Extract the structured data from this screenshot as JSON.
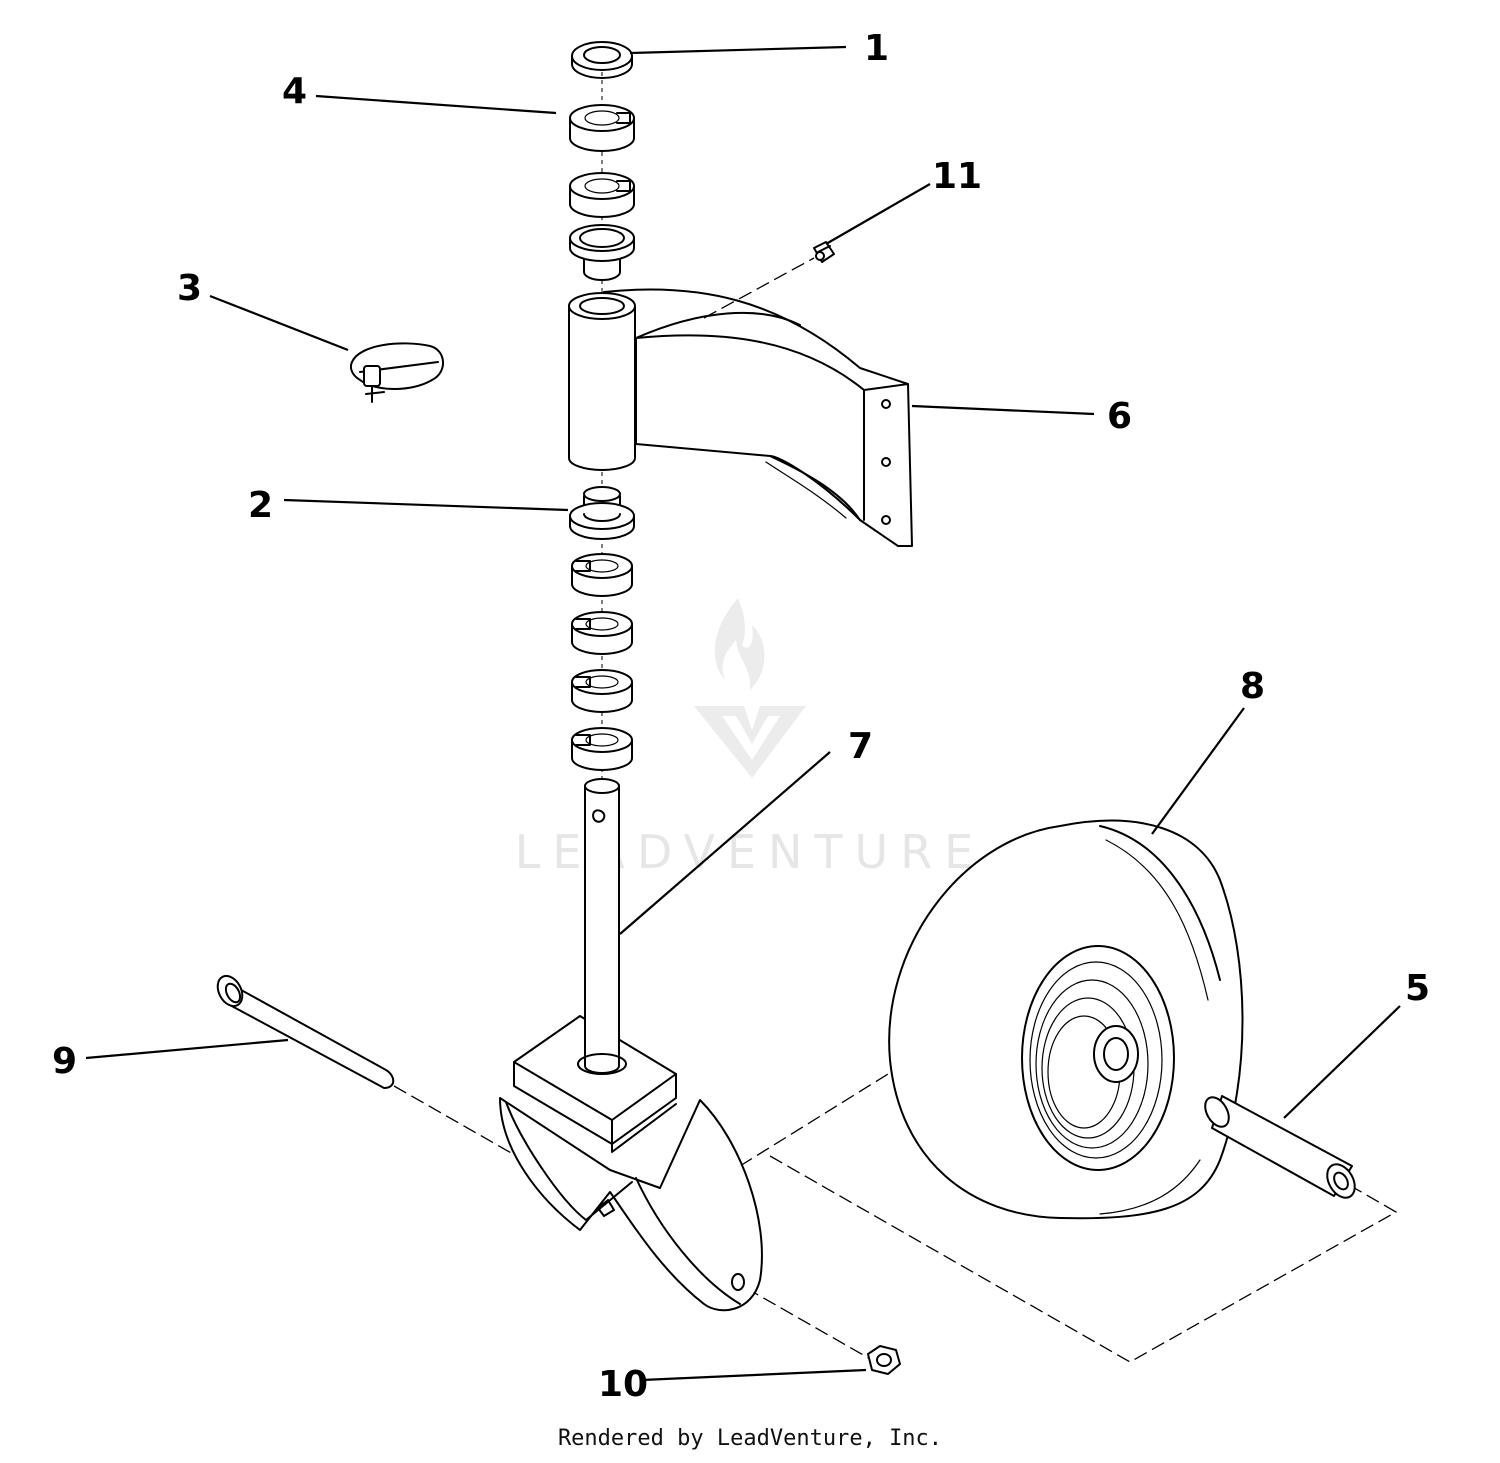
{
  "watermark": {
    "text": "LEADVENTURE",
    "logo_icon": "flame-v-logo-icon"
  },
  "footer": {
    "text": "Rendered by LeadVenture, Inc."
  },
  "callouts": [
    "1",
    "2",
    "3",
    "4",
    "5",
    "6",
    "7",
    "8",
    "9",
    "10",
    "11"
  ],
  "parts": [
    {
      "number": "1",
      "icon": "washer-icon"
    },
    {
      "number": "2",
      "icon": "flange-bushing-icon"
    },
    {
      "number": "3",
      "icon": "hair-pin-clip-icon"
    },
    {
      "number": "4",
      "icon": "spacer-icon"
    },
    {
      "number": "5",
      "icon": "axle-tube-icon"
    },
    {
      "number": "6",
      "icon": "caster-arm-icon"
    },
    {
      "number": "7",
      "icon": "caster-fork-icon"
    },
    {
      "number": "8",
      "icon": "wheel-tire-icon"
    },
    {
      "number": "9",
      "icon": "bolt-icon"
    },
    {
      "number": "10",
      "icon": "lock-nut-icon"
    },
    {
      "number": "11",
      "icon": "grease-fitting-icon"
    }
  ]
}
